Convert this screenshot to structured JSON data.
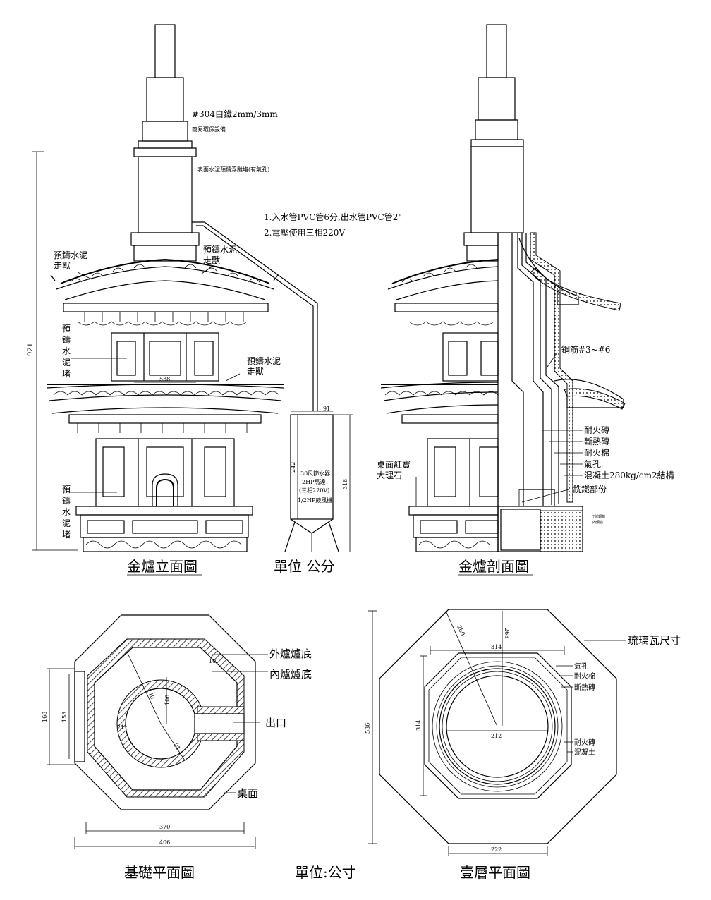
{
  "elevation": {
    "caption": "金爐立面圖",
    "chimney_note": "#304白鐵2mm/3mm",
    "env_note": "簡易環保設備",
    "surface_note": "表面水泥預鑄浮雕堵(有氣孔)",
    "note1": "1.入水管PVC管6分,出水管PVC管2\"",
    "note2": "2.電壓使用三相220V",
    "beast_upper_left": [
      "預鑄水泥",
      "走獸"
    ],
    "beast_upper_right": [
      "預鑄水泥",
      "走獸"
    ],
    "panel_upper": [
      "預",
      "鑄",
      "水",
      "泥",
      "堵"
    ],
    "beast_lower": [
      "預鑄水泥",
      "走獸"
    ],
    "panel_lower": [
      "預",
      "鑄",
      "水",
      "泥",
      "堵"
    ],
    "dim_total_height": "921",
    "dim_mid_width": "538",
    "tank": {
      "width": "91",
      "height_a": "242",
      "height_b": "318",
      "text": [
        "30尺篩水器",
        "2HP馬達",
        "(三相220V)",
        "1/2HP鼓風機"
      ]
    }
  },
  "unit_label_top": "單位 公分",
  "section": {
    "caption": "金爐剖面圖",
    "rebar": "鋼筋#3~#6",
    "marble": [
      "桌面紅寶",
      "大理石"
    ],
    "layers": [
      "耐火磚",
      "斷熱磚",
      "耐火棉",
      "氣孔",
      "混凝土280kg/cm2結構",
      "銑鐵部份"
    ],
    "small_notes": [
      "7號鋼筋",
      "內鋼筋"
    ]
  },
  "foundation_plan": {
    "caption": "基礎平面圖",
    "labels": [
      "外爐爐底",
      "內爐爐底",
      "出口",
      "桌面"
    ],
    "dims": [
      "168",
      "153",
      "370",
      "406",
      "91",
      "140",
      "10",
      "106",
      "21"
    ]
  },
  "unit_label_bottom": "單位:公寸",
  "first_floor_plan": {
    "caption": "壹層平面圖",
    "tile_size": "琉璃瓦尺寸",
    "labels": [
      "氣孔",
      "耐火棉",
      "斷熱磚",
      "耐火磚",
      "混凝土"
    ],
    "dims": [
      "268",
      "280",
      "314",
      "314",
      "212",
      "536",
      "222"
    ]
  }
}
